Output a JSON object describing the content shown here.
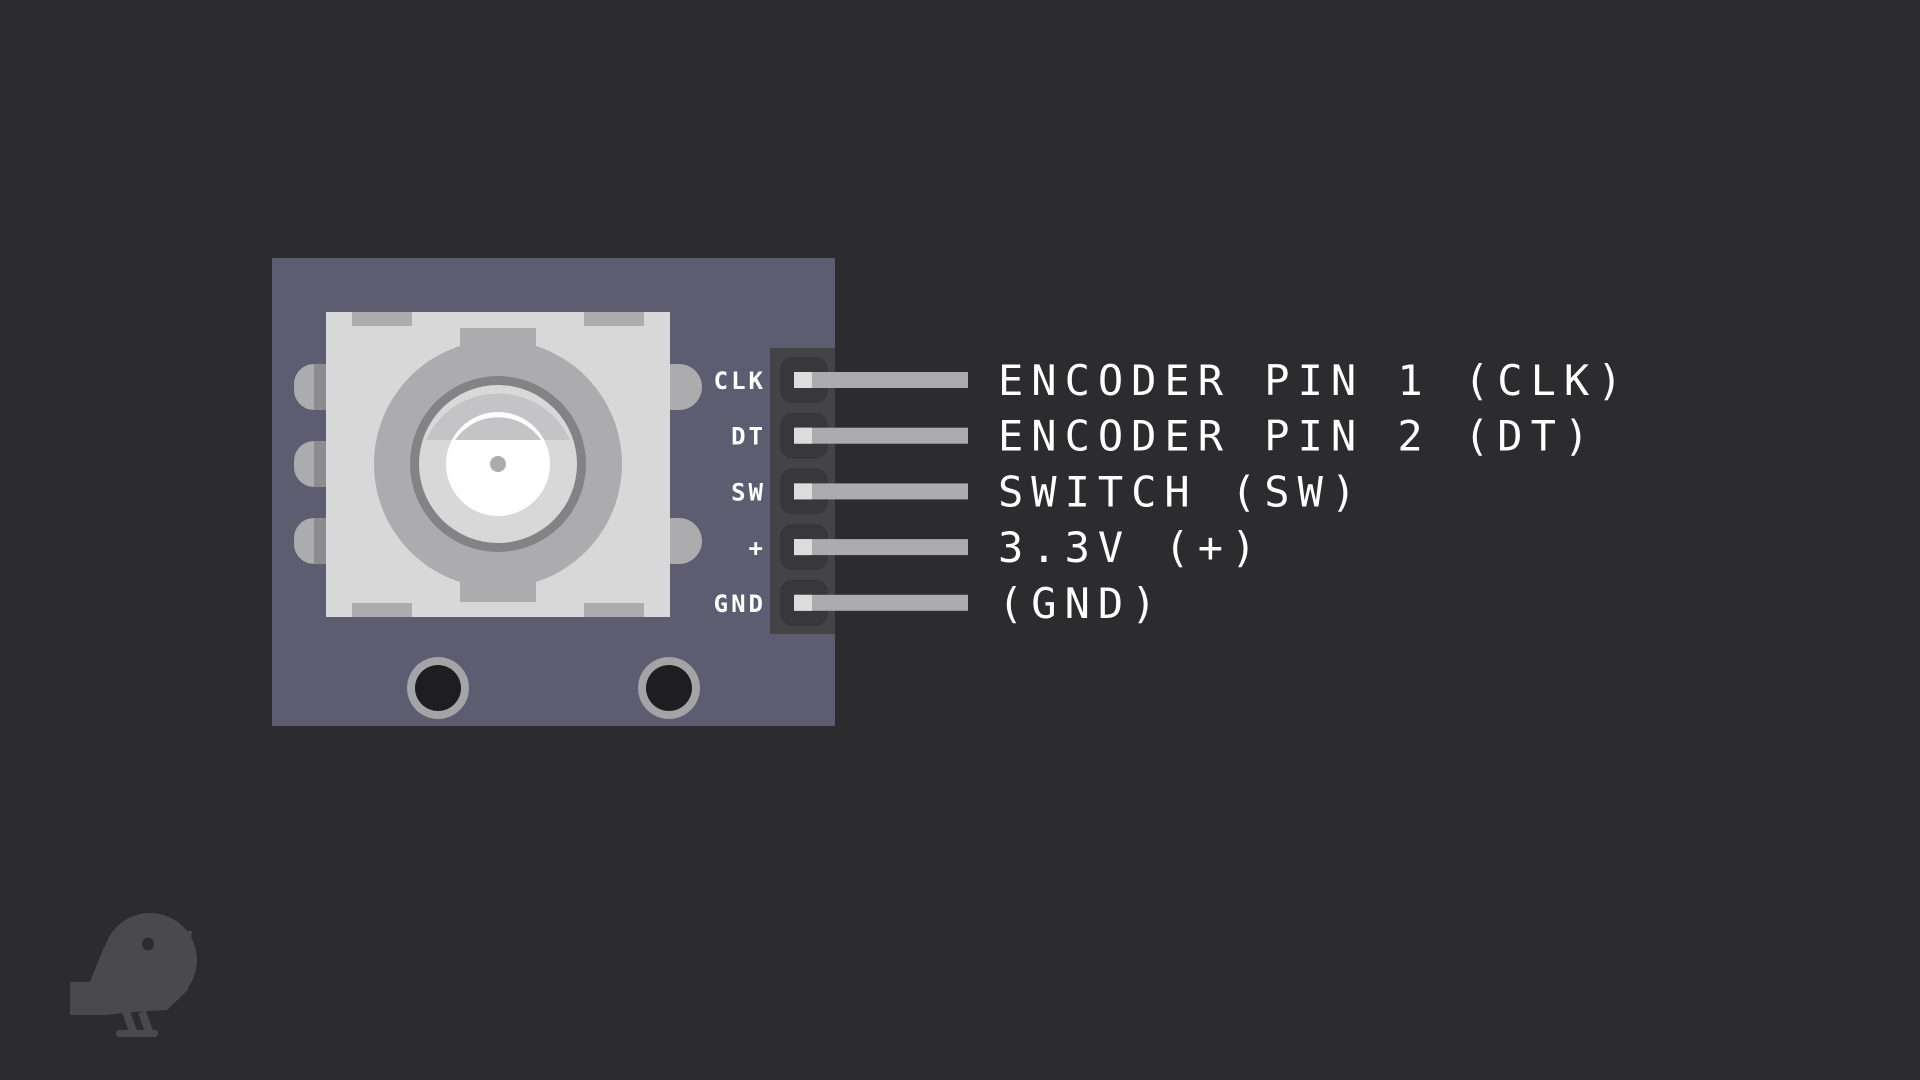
{
  "colors": {
    "background": "#2c2c2e",
    "board": "#5e5c70",
    "encoder_body": "#d8d8d8",
    "knob_ring": "#acacae",
    "header": "#444446",
    "pin": "#acacae",
    "pin_text": "#ffffff",
    "desc_text": "#ffffff",
    "logo": "#4a4a4c"
  },
  "pins": [
    {
      "label": "CLK",
      "description": "ENCODER PIN 1 (CLK)"
    },
    {
      "label": "DT",
      "description": "ENCODER PIN 2 (DT)"
    },
    {
      "label": "SW",
      "description": "SWITCH (SW)"
    },
    {
      "label": "+",
      "description": "3.3V (+)"
    },
    {
      "label": "GND",
      "description": "(GND)"
    }
  ],
  "logo": {
    "icon": "bird-logo-icon"
  }
}
